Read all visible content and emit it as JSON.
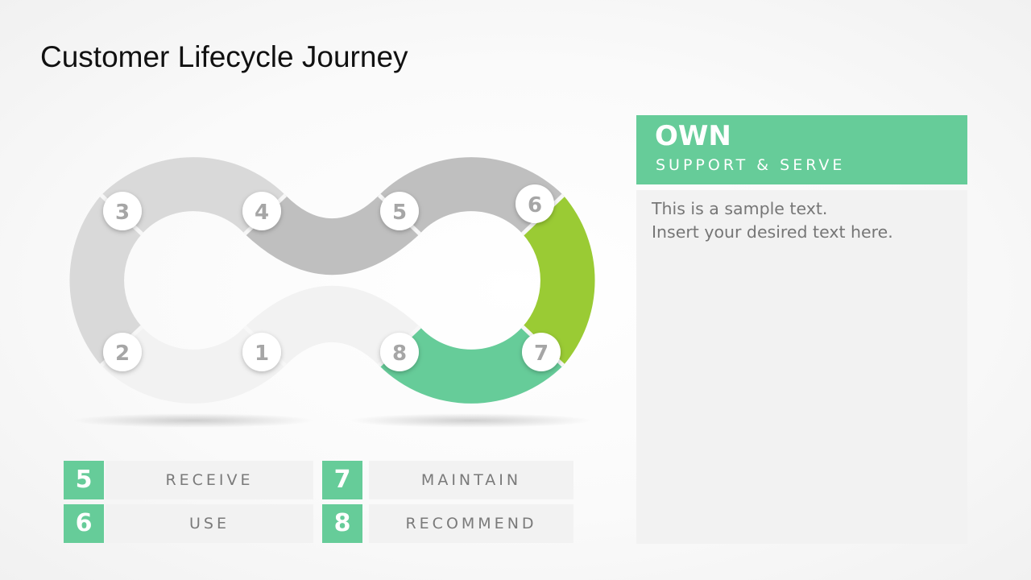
{
  "slide": {
    "title": "Customer Lifecycle Journey"
  },
  "diagram": {
    "type": "infinity-loop",
    "nodes": [
      {
        "number": "1",
        "color": "#f2f2f2"
      },
      {
        "number": "2",
        "color": "#f2f2f2"
      },
      {
        "number": "3",
        "color": "#d9d9d9"
      },
      {
        "number": "4",
        "color": "#d9d9d9"
      },
      {
        "number": "5",
        "color": "#bfbfbf"
      },
      {
        "number": "6",
        "color": "#bfbfbf"
      },
      {
        "number": "7",
        "color": "#9acb34"
      },
      {
        "number": "8",
        "color": "#66cc99"
      }
    ],
    "segment_colors": {
      "seg_1_2": "#f2f2f2",
      "seg_2_3": "#d9d9d9",
      "seg_3_4": "#d9d9d9",
      "seg_4_5": "#bfbfbf",
      "seg_5_6": "#bfbfbf",
      "seg_6_7": "#9acb34",
      "seg_7_8": "#66cc99",
      "seg_8_1": "#f2f2f2"
    }
  },
  "panel": {
    "title": "OWN",
    "subtitle": "SUPPORT & SERVE",
    "body_line1": "This is a sample text.",
    "body_line2": "Insert your desired text here.",
    "accent_color": "#66cc99"
  },
  "legend": [
    {
      "number": "5",
      "label": "RECEIVE"
    },
    {
      "number": "6",
      "label": "USE"
    },
    {
      "number": "7",
      "label": "MAINTAIN"
    },
    {
      "number": "8",
      "label": "RECOMMEND"
    }
  ]
}
